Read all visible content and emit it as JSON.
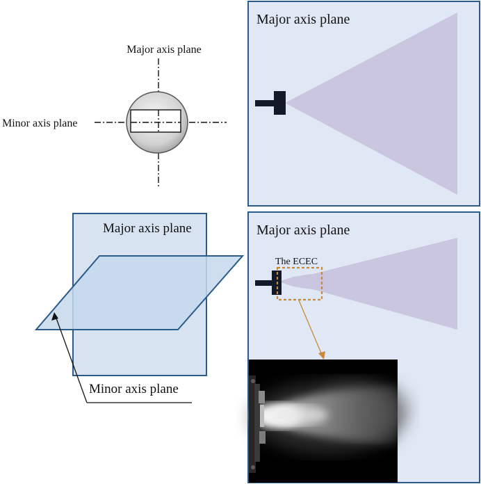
{
  "labels": {
    "nozzle_major": "Major axis plane",
    "nozzle_minor": "Minor axis plane",
    "panel_top_right": "Major axis plane",
    "planes_major": "Major axis plane",
    "planes_minor": "Minor axis plane",
    "panel_bottom_right": "Major axis plane",
    "ecec": "The ECEC"
  },
  "colors": {
    "panel_fill": "#dfe8f4",
    "panel_border": "#2a5b8a",
    "plane_fill_back": "#d7e3f1",
    "plane_fill_front": "#c6d8ec",
    "spray_fill": "#cbc6e0",
    "nozzle": "#14192a",
    "ecec_box": "#c88a3a",
    "photo_bg": "#000000"
  }
}
